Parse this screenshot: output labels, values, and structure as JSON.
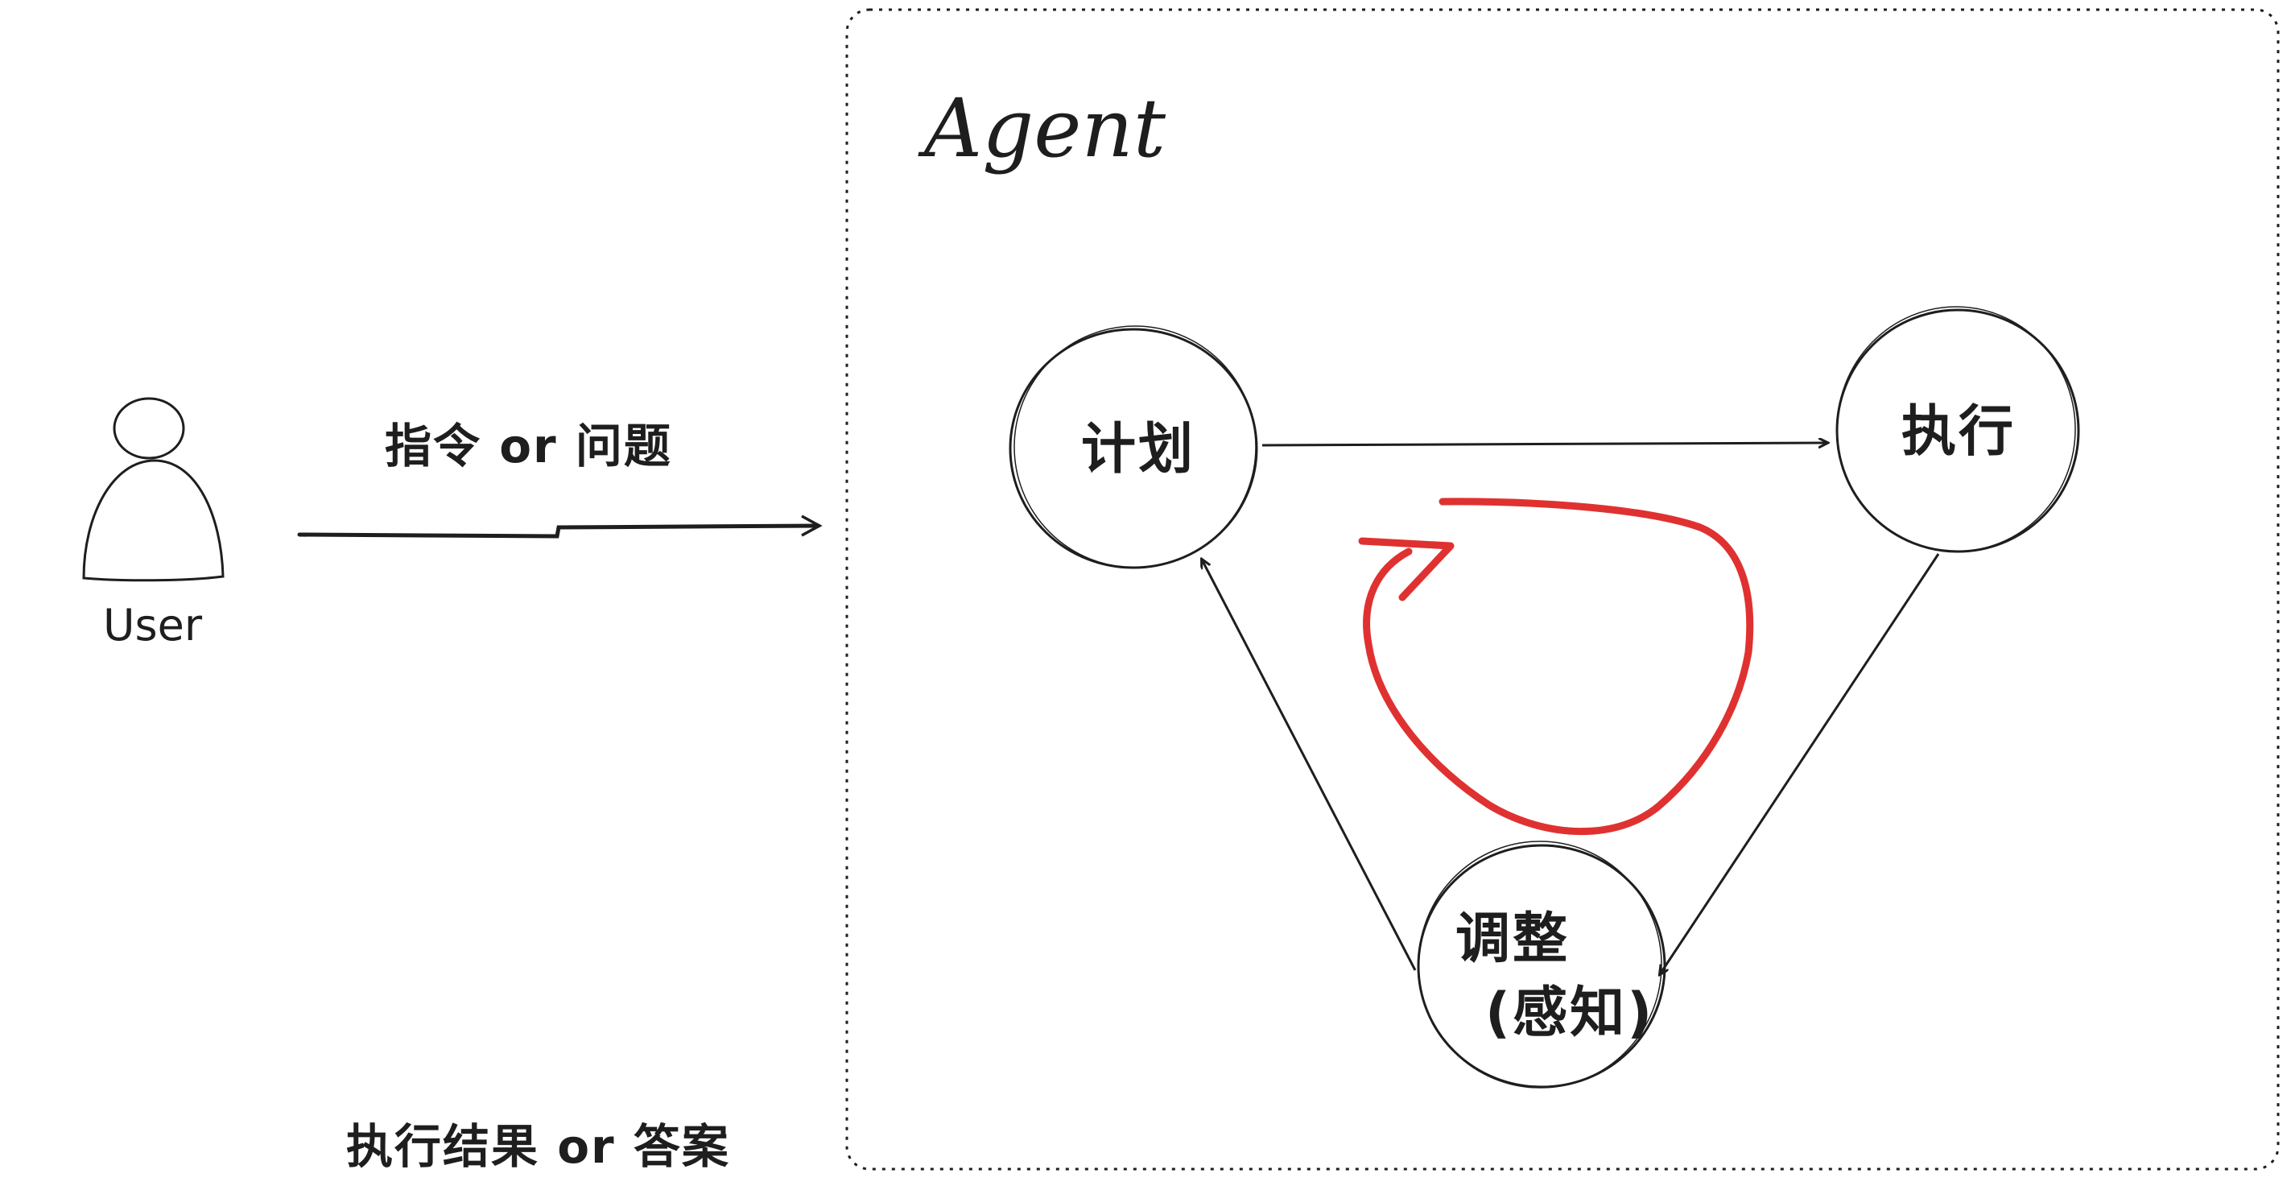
{
  "agent": {
    "title": "Agent"
  },
  "user": {
    "label": "User"
  },
  "edges": {
    "instruction_label": "指令 or 问题",
    "result_label": "执行结果 or 答案"
  },
  "nodes": {
    "plan": "计划",
    "execute": "执行",
    "adjust": "调整",
    "adjust_sub": "(感知)"
  },
  "colors": {
    "stroke": "#1e1e1e",
    "loop": "#e03131",
    "background": "#ffffff"
  }
}
